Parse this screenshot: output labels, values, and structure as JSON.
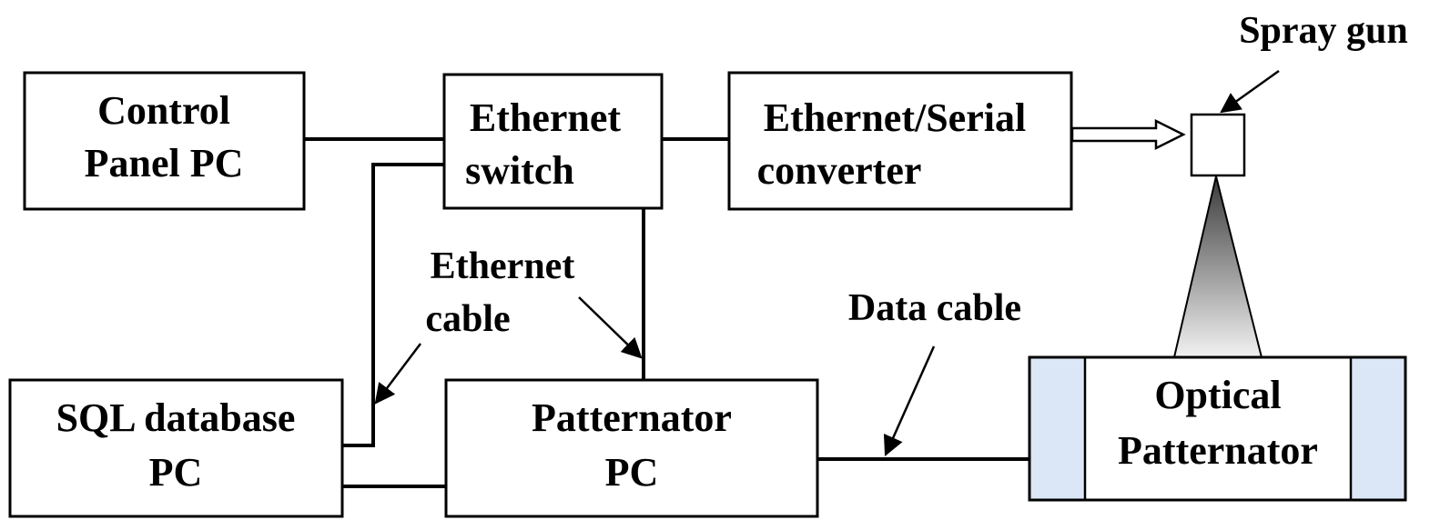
{
  "nodes": {
    "control_panel_pc": {
      "line1": "Control",
      "line2": "Panel PC"
    },
    "ethernet_switch": {
      "line1": "Ethernet",
      "line2": "switch"
    },
    "ethernet_serial_converter": {
      "line1": "Ethernet/Serial",
      "line2": "converter"
    },
    "sql_database_pc": {
      "line1": "SQL database",
      "line2": "PC"
    },
    "patternator_pc": {
      "line1": "Patternator",
      "line2": "PC"
    },
    "optical_patternator": {
      "line1": "Optical",
      "line2": "Patternator"
    }
  },
  "labels": {
    "spray_gun": "Spray gun",
    "ethernet_cable_line1": "Ethernet",
    "ethernet_cable_line2": "cable",
    "data_cable": "Data cable"
  },
  "colors": {
    "stroke": "#000000",
    "patternator_side_panels": "#dbe7f6",
    "spray_cone_top": "#3a3a3a",
    "spray_cone_bottom": "#f2f2f2"
  }
}
